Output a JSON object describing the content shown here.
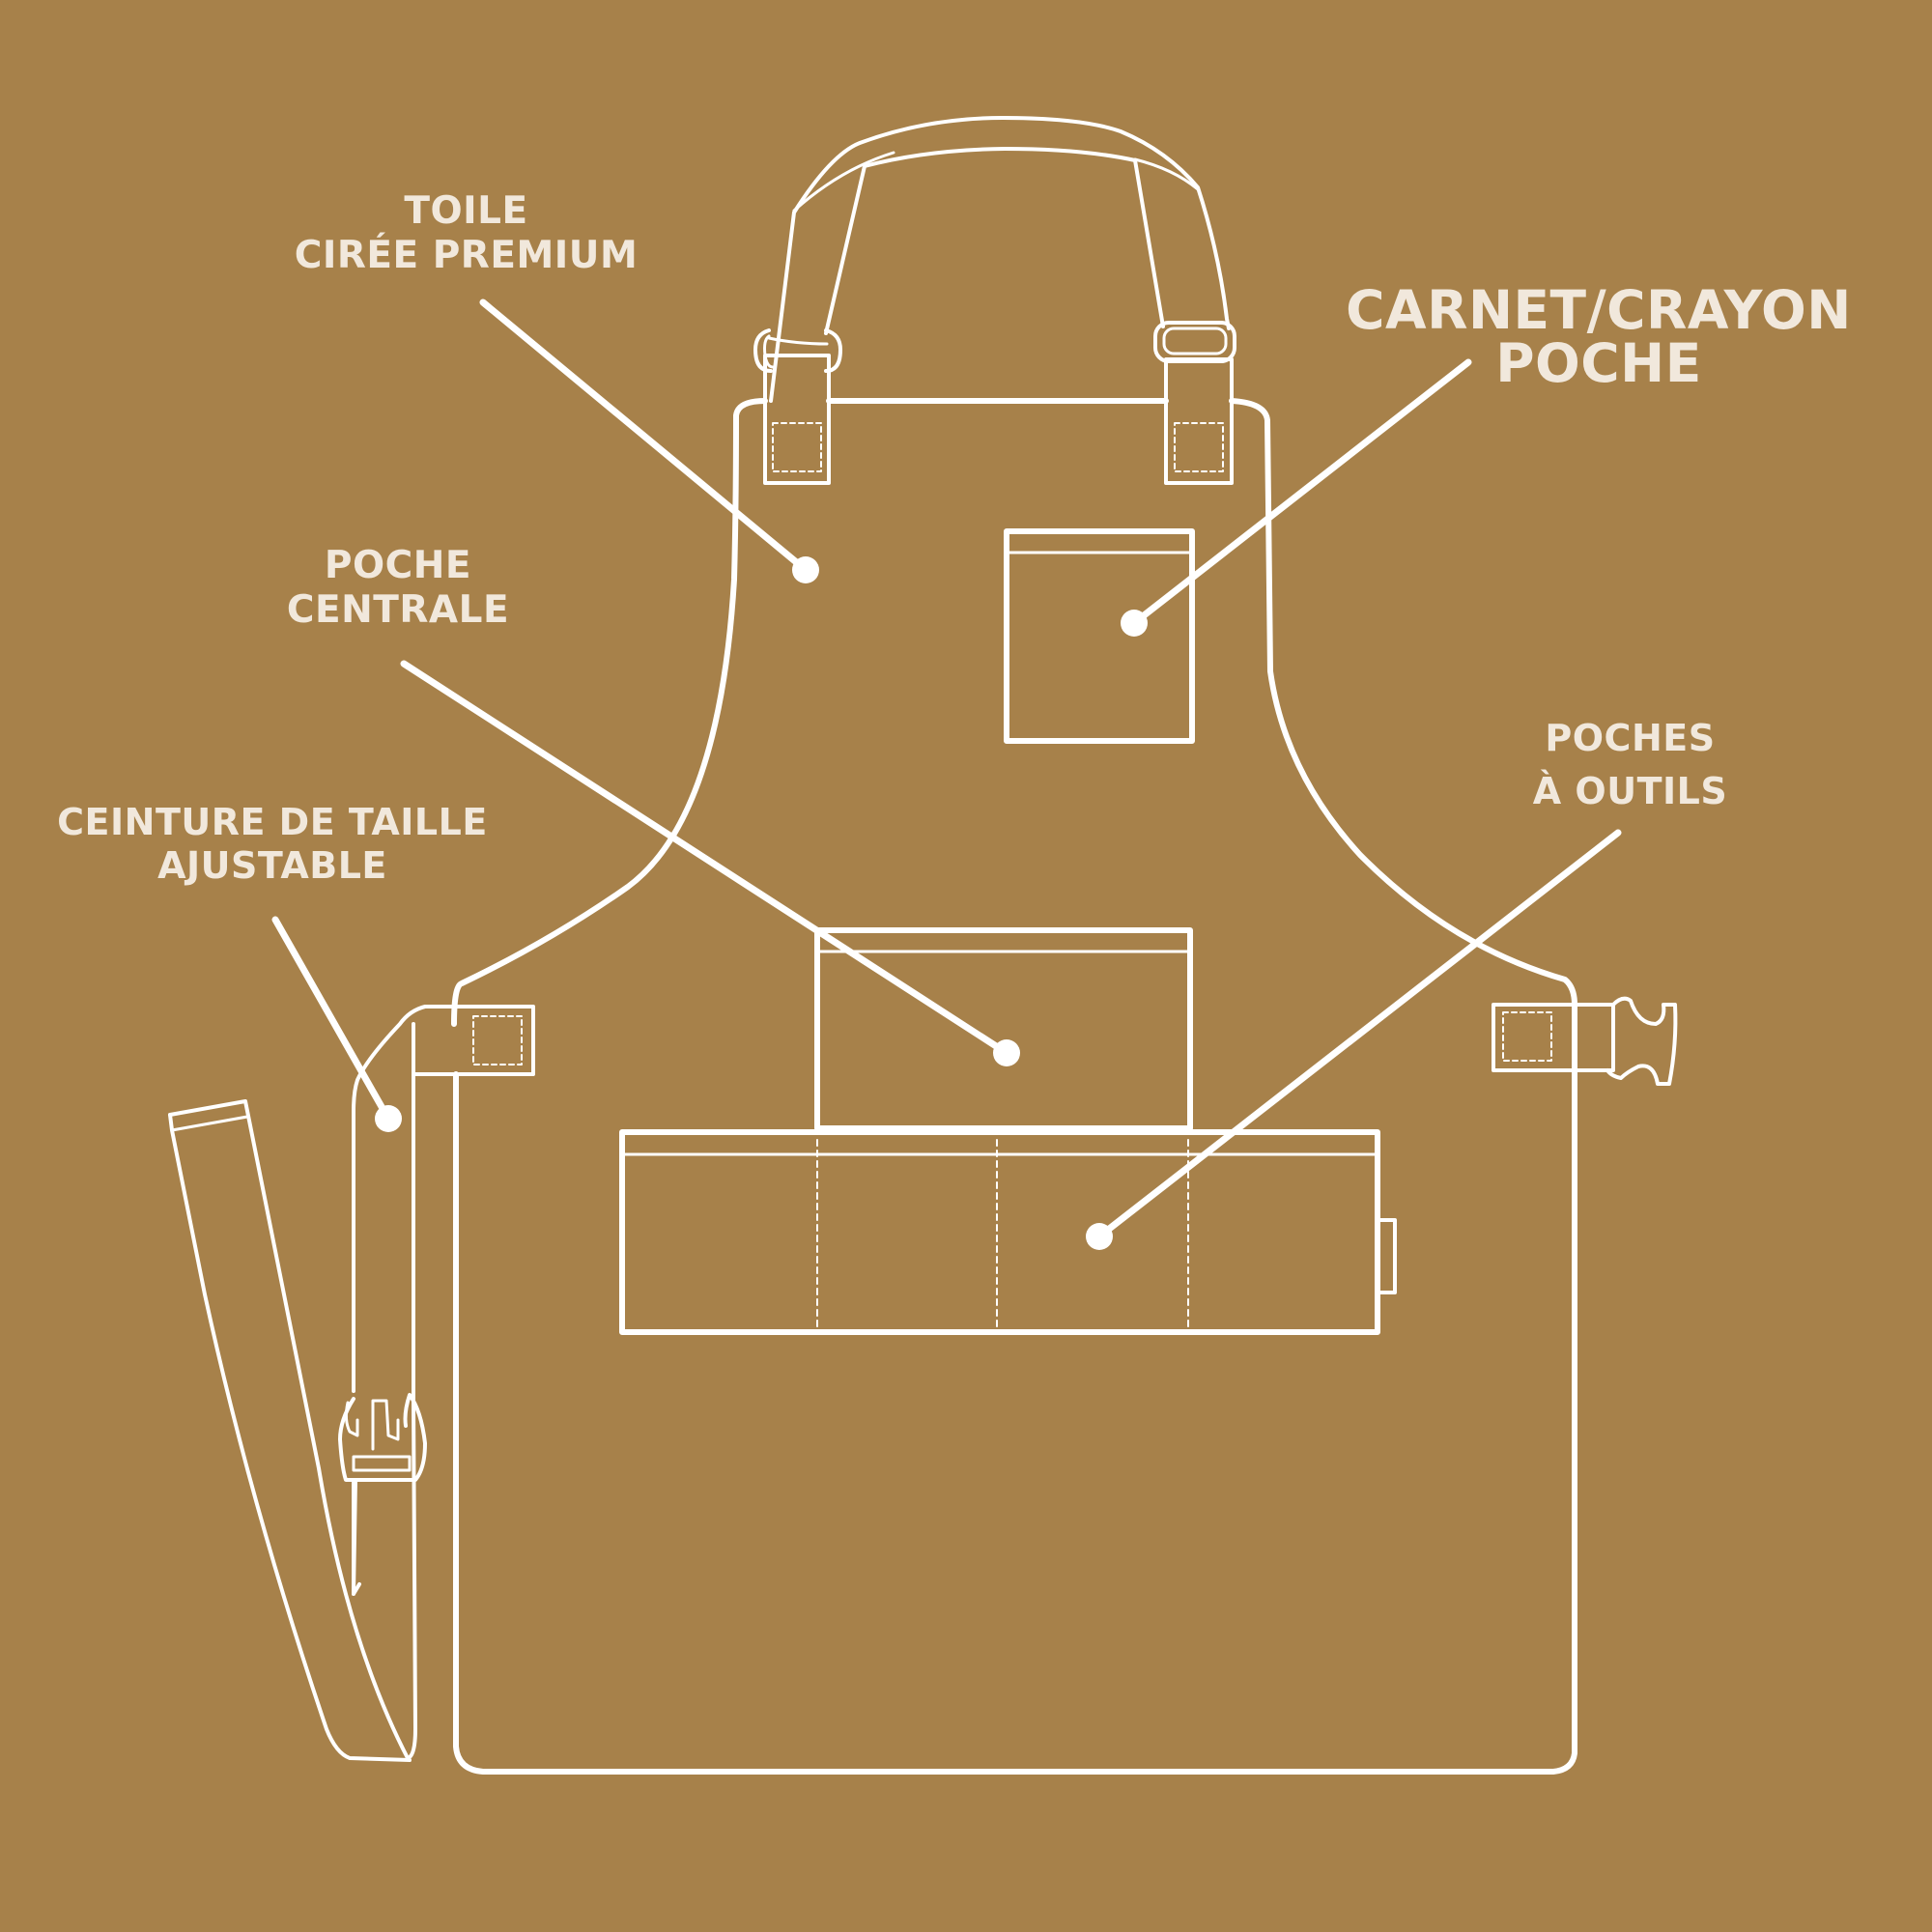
{
  "background_color": "#a7814a",
  "line_color": "#ffffff",
  "text_color": "#f1e8dc",
  "labels": {
    "toile": {
      "line1": "TOILE",
      "line2": "CIRÉE PREMIUM"
    },
    "carnet": {
      "line1": "CARNET/CRAYON",
      "line2": "POCHE"
    },
    "centrale": {
      "line1": "POCHE",
      "line2": "CENTRALE"
    },
    "outils": {
      "line1": "POCHES",
      "line2": "À OUTILS"
    },
    "ceinture": {
      "line1": "CEINTURE DE TAILLE",
      "line2": "AJUSTABLE"
    }
  }
}
